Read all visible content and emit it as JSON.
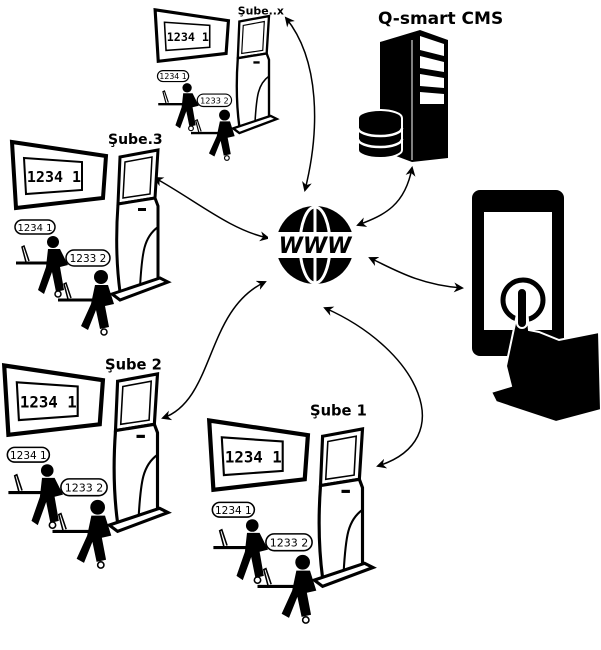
{
  "title": "Q-smart CMS",
  "internet_label": "WWW",
  "branches": [
    {
      "name": "Şube..x",
      "display": "1234  1",
      "ticket1": "1234 1",
      "ticket2": "1233 2"
    },
    {
      "name": "Şube.3",
      "display": "1234  1",
      "ticket1": "1234 1",
      "ticket2": "1233 2"
    },
    {
      "name": "Şube 2",
      "display": "1234  1",
      "ticket1": "1234 1",
      "ticket2": "1233 2"
    },
    {
      "name": "Şube 1",
      "display": "1234  1",
      "ticket1": "1234 1",
      "ticket2": "1233 2"
    }
  ],
  "icons": [
    "server-icon",
    "database-icon",
    "globe-www-icon",
    "smartphone-touch-icon",
    "kiosk-icon",
    "queue-display-icon",
    "operator-icon"
  ],
  "colors": {
    "ink": "#000000",
    "background": "#ffffff"
  }
}
